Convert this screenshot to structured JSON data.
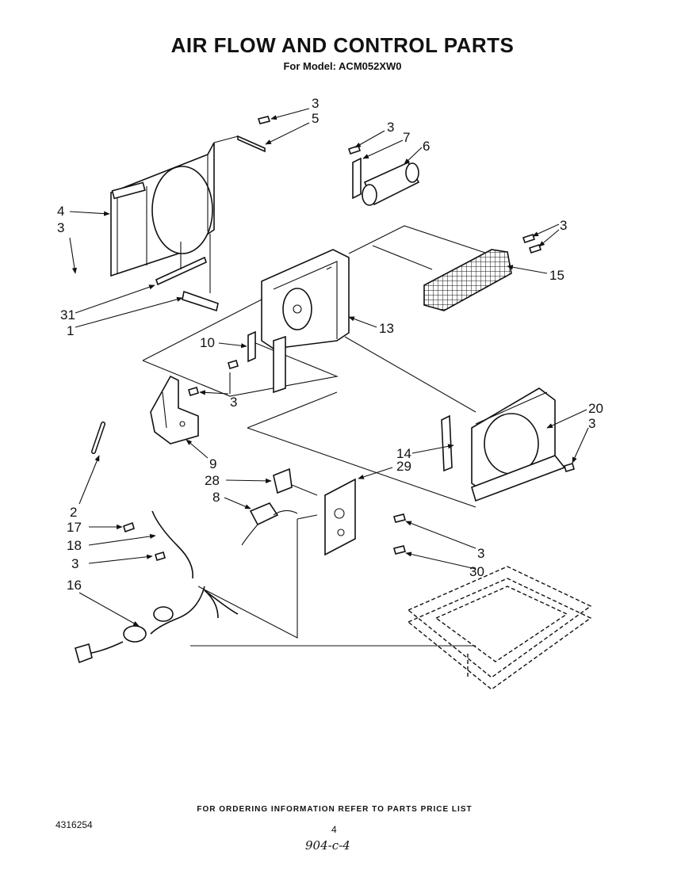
{
  "header": {
    "title": "AIR FLOW AND CONTROL PARTS",
    "subtitle": "For Model: ACM052XW0"
  },
  "callouts": [
    {
      "id": "c3a",
      "label": "3"
    },
    {
      "id": "c5",
      "label": "5"
    },
    {
      "id": "c3b",
      "label": "3"
    },
    {
      "id": "c7",
      "label": "7"
    },
    {
      "id": "c6",
      "label": "6"
    },
    {
      "id": "c4",
      "label": "4"
    },
    {
      "id": "c3c",
      "label": "3"
    },
    {
      "id": "c3d",
      "label": "3"
    },
    {
      "id": "c15",
      "label": "15"
    },
    {
      "id": "c31",
      "label": "31"
    },
    {
      "id": "c1",
      "label": "1"
    },
    {
      "id": "c13",
      "label": "13"
    },
    {
      "id": "c10",
      "label": "10"
    },
    {
      "id": "c3e",
      "label": "3"
    },
    {
      "id": "c20",
      "label": "20"
    },
    {
      "id": "c3f",
      "label": "3"
    },
    {
      "id": "c9",
      "label": "9"
    },
    {
      "id": "c14",
      "label": "14"
    },
    {
      "id": "c29",
      "label": "29"
    },
    {
      "id": "c28",
      "label": "28"
    },
    {
      "id": "c8",
      "label": "8"
    },
    {
      "id": "c2",
      "label": "2"
    },
    {
      "id": "c17",
      "label": "17"
    },
    {
      "id": "c18",
      "label": "18"
    },
    {
      "id": "c3g",
      "label": "3"
    },
    {
      "id": "c3h",
      "label": "3"
    },
    {
      "id": "c30",
      "label": "30"
    },
    {
      "id": "c16",
      "label": "16"
    }
  ],
  "footer": {
    "ordering_note": "FOR ORDERING INFORMATION REFER TO PARTS PRICE LIST",
    "document_number": "4316254",
    "page_number": "4",
    "handwritten_note": "904-c-4"
  }
}
